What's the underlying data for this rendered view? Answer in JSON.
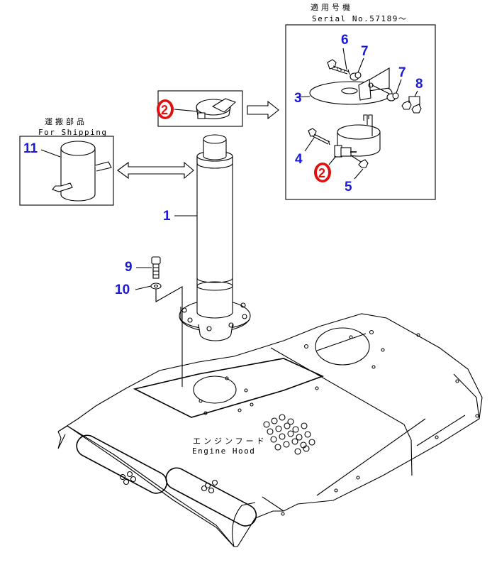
{
  "diagram": {
    "subject": "Engine hood and exhaust stack parts diagram",
    "serial_box": {
      "caption_jp": "適用号機",
      "caption_en": "Serial No.57189～"
    },
    "shipping_box": {
      "caption_jp": "運搬部品",
      "caption_en": "For Shipping"
    },
    "hood_label": {
      "jp": "エンジンフード",
      "en": "Engine Hood"
    },
    "callouts": [
      {
        "id": "1",
        "color": "#1a1ad6"
      },
      {
        "id": "2",
        "color": "#e01010",
        "circled": true
      },
      {
        "id": "3",
        "color": "#1a1ad6"
      },
      {
        "id": "4",
        "color": "#1a1ad6"
      },
      {
        "id": "5",
        "color": "#1a1ad6"
      },
      {
        "id": "6",
        "color": "#1a1ad6"
      },
      {
        "id": "7",
        "color": "#1a1ad6"
      },
      {
        "id": "8",
        "color": "#1a1ad6"
      },
      {
        "id": "9",
        "color": "#1a1ad6"
      },
      {
        "id": "10",
        "color": "#1a1ad6"
      },
      {
        "id": "11",
        "color": "#1a1ad6"
      }
    ],
    "labels": {
      "n1": "1",
      "n2a": "2",
      "n2b": "2",
      "n3": "3",
      "n4": "4",
      "n5": "5",
      "n6": "6",
      "n7a": "7",
      "n7b": "7",
      "n8": "8",
      "n9": "9",
      "n10": "10",
      "n11": "11"
    }
  }
}
